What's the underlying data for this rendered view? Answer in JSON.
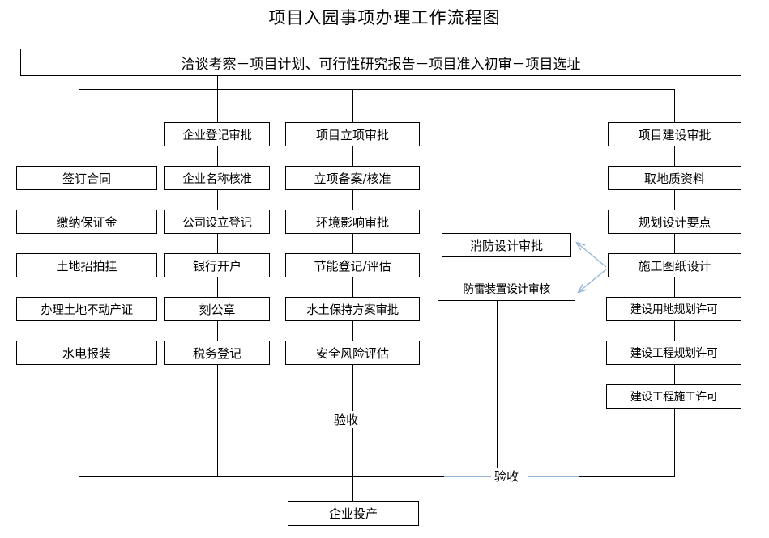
{
  "title": "项目入园事项办理工作流程图",
  "header": {
    "label": "洽谈考察－项目计划、可行性研究报告－项目准入初审－项目选址"
  },
  "columns": [
    {
      "name": "contract-land-track",
      "heading": null,
      "nodes": [
        "签订合同",
        "缴纳保证金",
        "土地招拍挂",
        "办理土地不动产证",
        "水电报装"
      ]
    },
    {
      "name": "enterprise-registration-track",
      "heading": "企业登记审批",
      "nodes": [
        "企业名称核准",
        "公司设立登记",
        "银行开户",
        "刻公章",
        "税务登记"
      ]
    },
    {
      "name": "project-approval-track",
      "heading": "项目立项审批",
      "nodes": [
        "立项备案/核准",
        "环境影响审批",
        "节能登记/评估",
        "水土保持方案审批",
        "安全风险评估"
      ]
    },
    {
      "name": "construction-approval-track",
      "heading": "项目建设审批",
      "nodes": [
        "取地质资料",
        "规划设计要点",
        "施工图纸设计",
        "建设用地规划许可",
        "建设工程规划许可",
        "建设工程施工许可"
      ]
    }
  ],
  "side_nodes": [
    "消防设计审批",
    "防雷装置设计审核"
  ],
  "edge_labels": {
    "acceptance_center": "验收",
    "acceptance_right": "验收"
  },
  "final_node": "企业投产",
  "colors": {
    "line": "#000000",
    "accent_line": "#95b3d7",
    "box_border": "#000000",
    "background": "#ffffff",
    "text": "#000000"
  }
}
